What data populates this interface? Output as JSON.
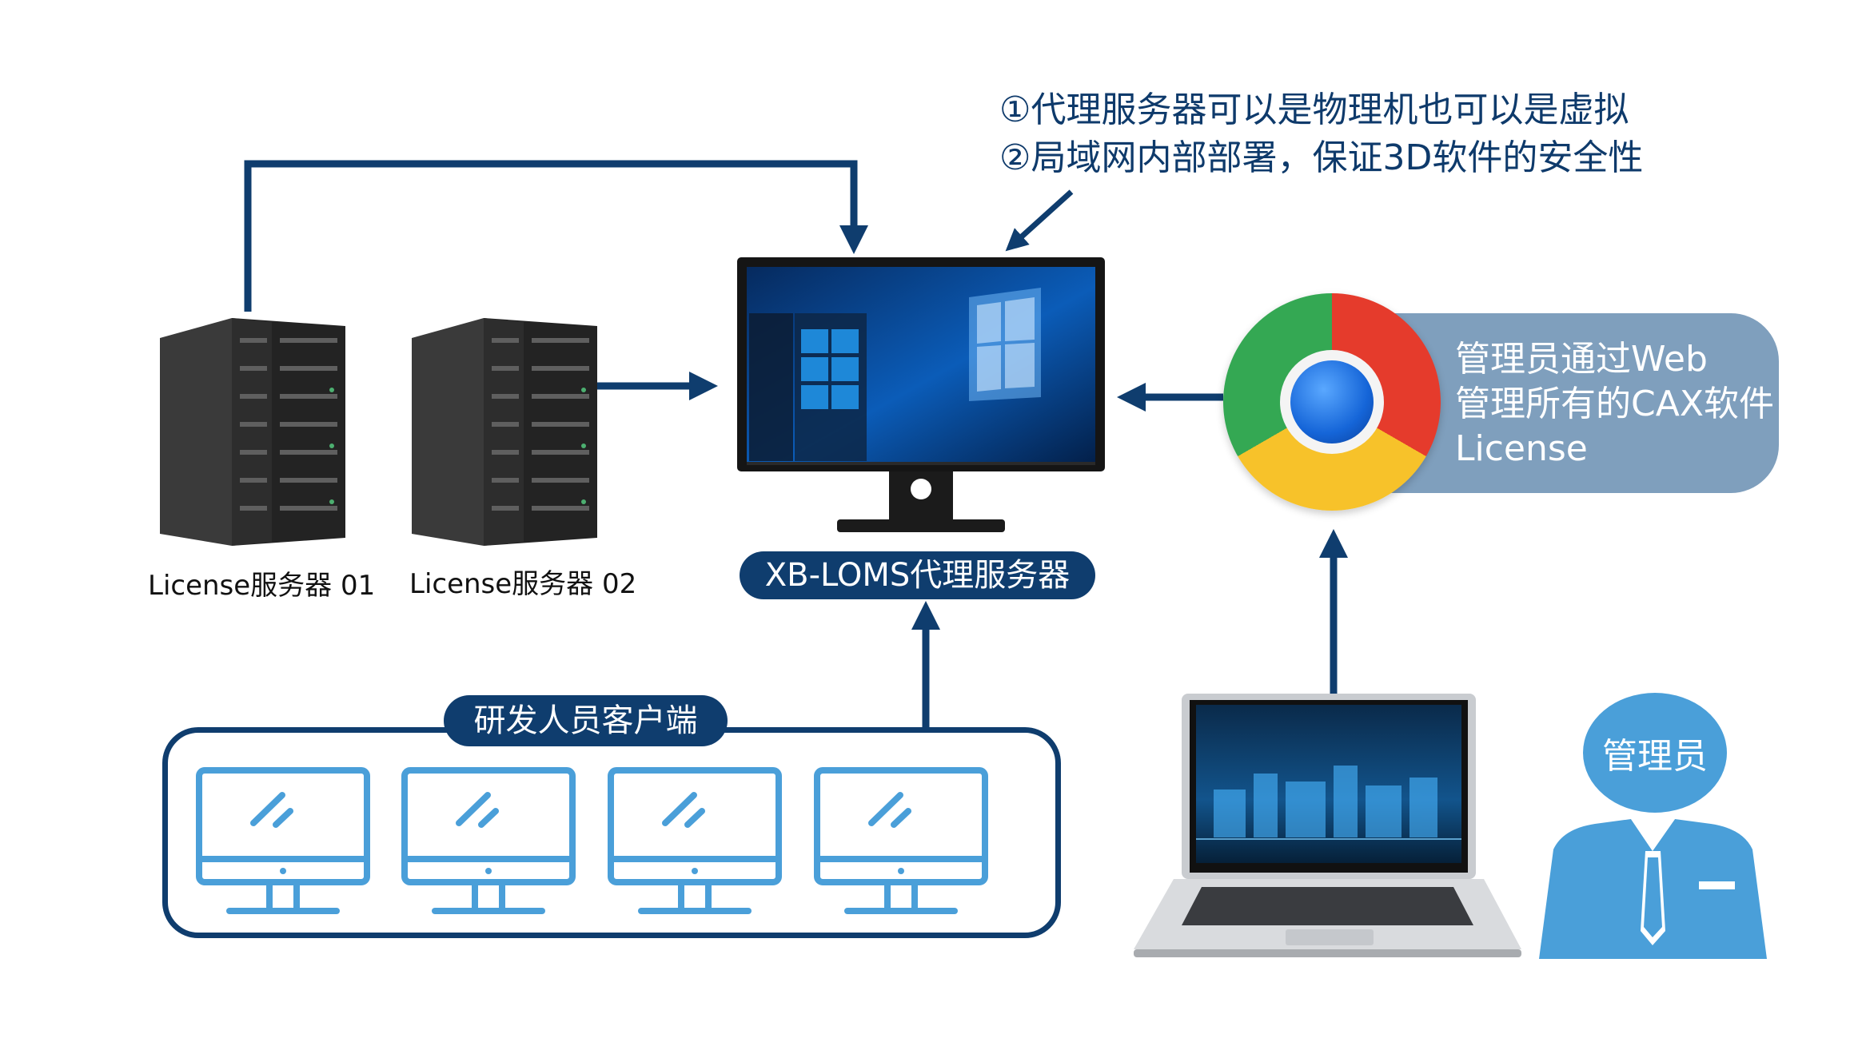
{
  "notes": {
    "line1": "①代理服务器可以是物理机也可以是虚拟",
    "line2": "②局域网内部部署，保证3D软件的安全性"
  },
  "servers": [
    {
      "label": "License服务器 01"
    },
    {
      "label": "License服务器 02"
    }
  ],
  "proxy": {
    "label": "XB-LOMS代理服务器"
  },
  "web_admin": {
    "line1": "管理员通过Web",
    "line2": "管理所有的CAX软件",
    "line3": "License"
  },
  "clients": {
    "label": "研发人员客户端",
    "count": 4
  },
  "admin": {
    "label": "管理员"
  },
  "colors": {
    "navy": "#0f3d6e",
    "light_blue": "#4a9fd9",
    "pill_blue": "#7f9fbd"
  }
}
